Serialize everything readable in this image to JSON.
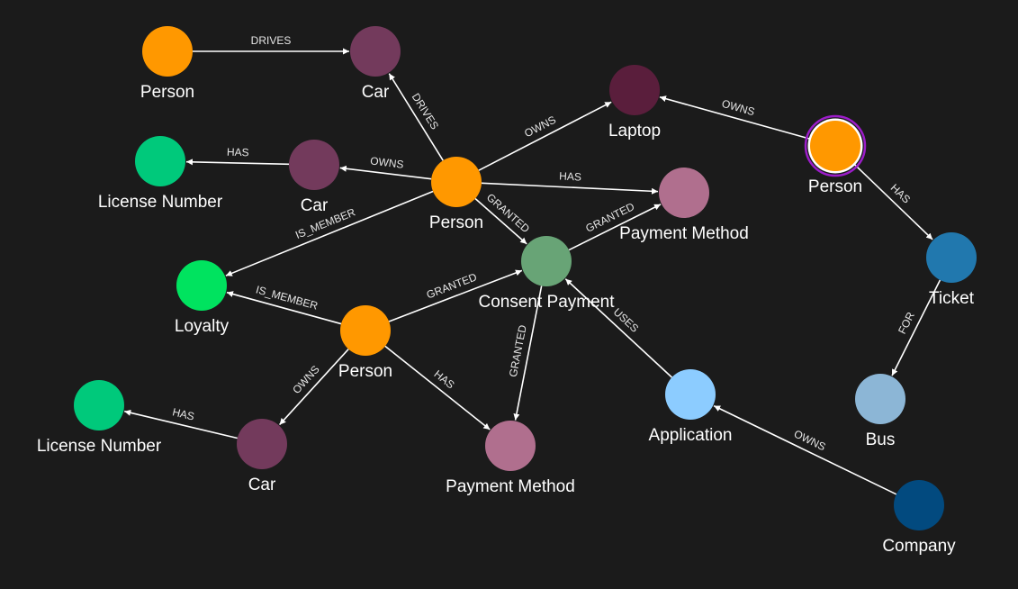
{
  "graph": {
    "background": "#1b1b1b",
    "nodes": [
      {
        "id": "p1",
        "label": "Person",
        "color": "#ff9800"
      },
      {
        "id": "c1",
        "label": "Car",
        "color": "#733a5c"
      },
      {
        "id": "ln1",
        "label": "License Number",
        "color": "#00c97b"
      },
      {
        "id": "c2",
        "label": "Car",
        "color": "#733a5c"
      },
      {
        "id": "p2",
        "label": "Person",
        "color": "#ff9800"
      },
      {
        "id": "lap",
        "label": "Laptop",
        "color": "#5a1e3c"
      },
      {
        "id": "pm1",
        "label": "Payment Method",
        "color": "#b06f8e"
      },
      {
        "id": "p3",
        "label": "Person",
        "color": "#ff9800",
        "ring": "#9c1dc9"
      },
      {
        "id": "tk",
        "label": "Ticket",
        "color": "#2178ae"
      },
      {
        "id": "loy",
        "label": "Loyalty",
        "color": "#00e35f"
      },
      {
        "id": "cp",
        "label": "Consent Payment",
        "color": "#68a476"
      },
      {
        "id": "p4",
        "label": "Person",
        "color": "#ff9800"
      },
      {
        "id": "ln2",
        "label": "License Number",
        "color": "#00c97b"
      },
      {
        "id": "c3",
        "label": "Car",
        "color": "#733a5c"
      },
      {
        "id": "pm2",
        "label": "Payment Method",
        "color": "#b06f8e"
      },
      {
        "id": "app",
        "label": "Application",
        "color": "#8cccff"
      },
      {
        "id": "bus",
        "label": "Bus",
        "color": "#8cb6d6"
      },
      {
        "id": "co",
        "label": "Company",
        "color": "#024a7f"
      }
    ],
    "edges": [
      {
        "from": "p1",
        "to": "c1",
        "label": "DRIVES"
      },
      {
        "from": "p2",
        "to": "c1",
        "label": "DRIVES"
      },
      {
        "from": "c2",
        "to": "ln1",
        "label": "HAS"
      },
      {
        "from": "p2",
        "to": "c2",
        "label": "OWNS"
      },
      {
        "from": "p2",
        "to": "lap",
        "label": "OWNS"
      },
      {
        "from": "p2",
        "to": "pm1",
        "label": "HAS"
      },
      {
        "from": "p2",
        "to": "loy",
        "label": "IS_MEMBER"
      },
      {
        "from": "p2",
        "to": "cp",
        "label": "GRANTED"
      },
      {
        "from": "cp",
        "to": "pm1",
        "label": "GRANTED"
      },
      {
        "from": "p3",
        "to": "lap",
        "label": "OWNS"
      },
      {
        "from": "p3",
        "to": "tk",
        "label": "HAS"
      },
      {
        "from": "tk",
        "to": "bus",
        "label": "FOR"
      },
      {
        "from": "p4",
        "to": "loy",
        "label": "IS_MEMBER"
      },
      {
        "from": "p4",
        "to": "cp",
        "label": "GRANTED"
      },
      {
        "from": "cp",
        "to": "pm2",
        "label": "GRANTED"
      },
      {
        "from": "p4",
        "to": "c3",
        "label": "OWNS"
      },
      {
        "from": "p4",
        "to": "pm2",
        "label": "HAS"
      },
      {
        "from": "c3",
        "to": "ln2",
        "label": "HAS"
      },
      {
        "from": "app",
        "to": "cp",
        "label": "USES"
      },
      {
        "from": "co",
        "to": "app",
        "label": "OWNS"
      }
    ]
  }
}
